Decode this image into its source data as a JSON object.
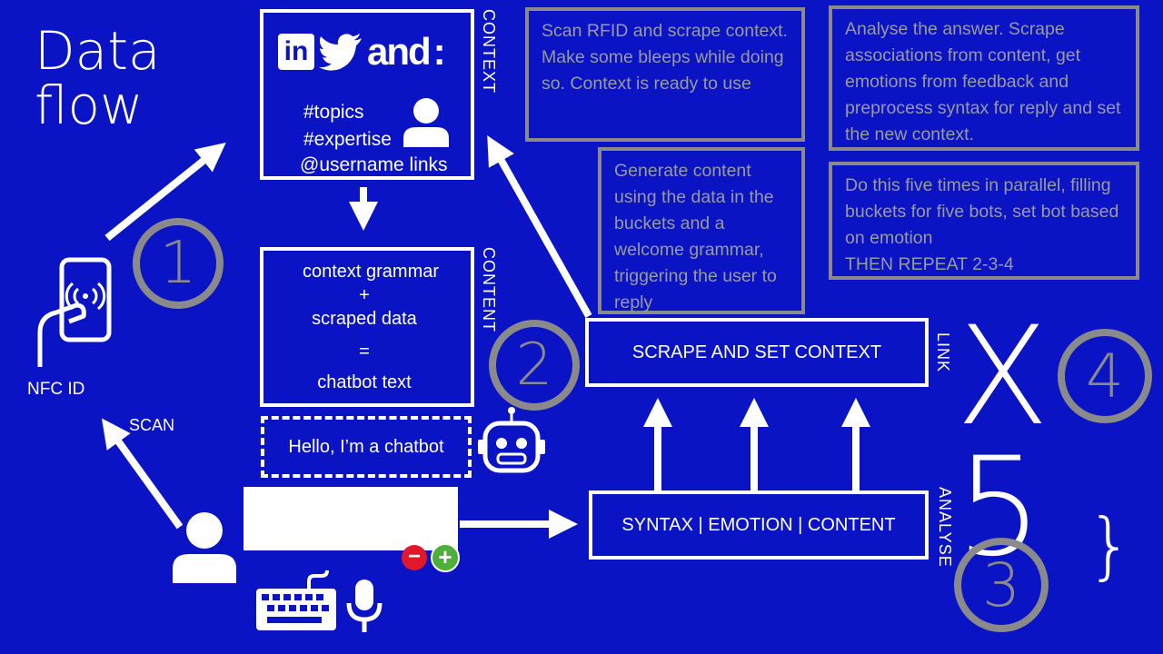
{
  "title": {
    "line1": "Data",
    "line2": "flow"
  },
  "context_box": {
    "logos": [
      "in",
      "bird",
      "and",
      ":"
    ],
    "topics": "#topics",
    "expertise": "#expertise",
    "username": "@username links",
    "side_label": "CONTEXT"
  },
  "content_box": {
    "line1": "context grammar",
    "plus": "+",
    "line2": "scraped data",
    "equals": "=",
    "line3": "chatbot text",
    "side_label": "CONTENT"
  },
  "chat": {
    "bot_message": "Hello, I’m a chatbot",
    "input_value": ""
  },
  "link_box": {
    "label": "SCRAPE AND SET CONTEXT",
    "side_label": "LINK"
  },
  "analyse_box": {
    "label": "SYNTAX | EMOTION | CONTENT",
    "side_label": "ANALYSE"
  },
  "notes": {
    "scan": "Scan RFID and scrape context. Make some bleeps while doing so. Context is ready to use",
    "analyse": "Analyse the answer. Scrape associations from content, get emotions from feedback and preprocess syntax for reply and set the new context.",
    "generate": "Generate content using the data in the buckets and a welcome grammar, triggering the user to reply",
    "parallel": "Do this five times in parallel, filling buckets for five bots, set bot based on emotion",
    "repeat": "THEN REPEAT 2-3-4"
  },
  "steps": [
    "1",
    "2",
    "3",
    "4"
  ],
  "multiplier": {
    "x": "X",
    "five": "5",
    "brace": "}"
  },
  "labels": {
    "nfc": "NFC ID",
    "scan": "SCAN"
  },
  "icons": [
    "nfc-phone-icon",
    "user-icon",
    "robot-icon",
    "keyboard-icon",
    "microphone-icon",
    "minus-icon",
    "plus-icon",
    "linkedin-icon",
    "twitter-icon"
  ],
  "colors": {
    "background": "#0a14c4",
    "note": "#8a8a8a",
    "minus": "#e0182a",
    "plus": "#4caf3a"
  }
}
